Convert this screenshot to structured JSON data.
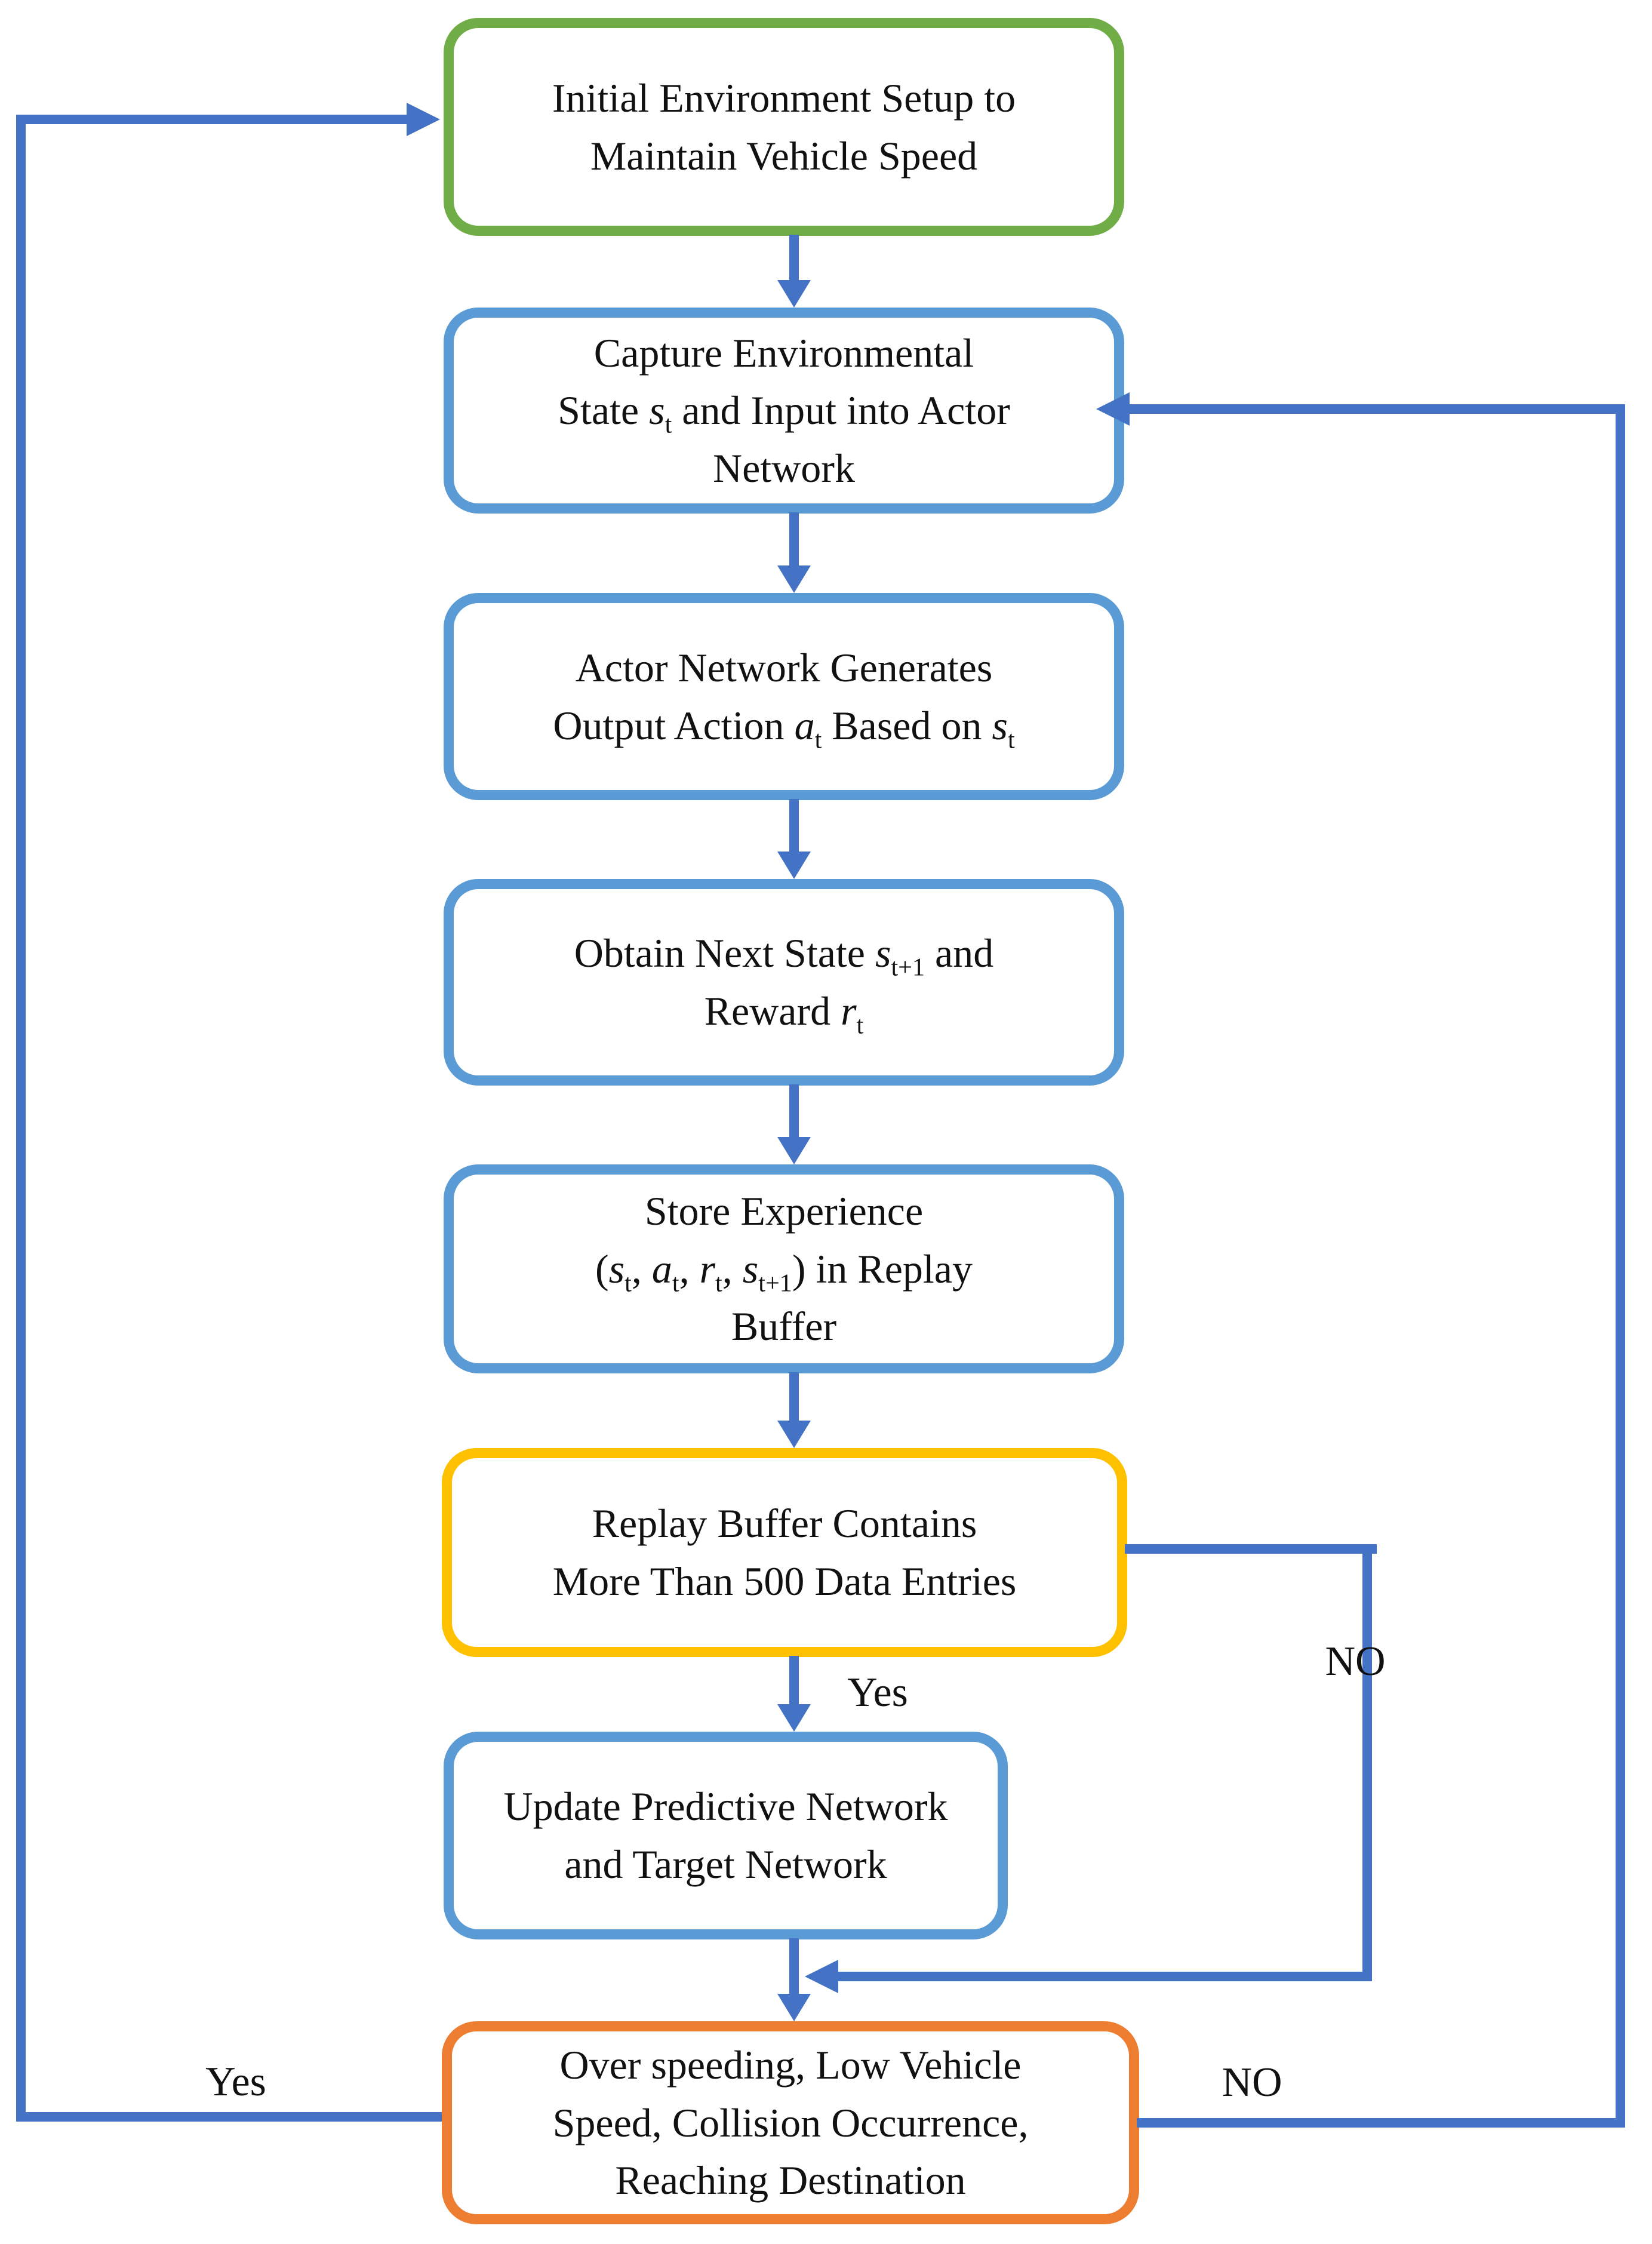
{
  "title": "DRL training loop flowchart",
  "colors": {
    "connector": "#4472C4",
    "node_blue": "#5B9BD5",
    "node_green": "#70AD47",
    "node_yellow": "#FFC000",
    "node_orange": "#ED7D31",
    "text": "#111111",
    "background": "#ffffff"
  },
  "nodes": {
    "setup": {
      "text": "Initial Environment Setup to\nMaintain Vehicle Speed",
      "shape": "rounded-rect",
      "border": "green"
    },
    "capture": {
      "text": "Capture Environmental\nState s_{t} and Input into Actor\nNetwork",
      "shape": "rounded-rect",
      "border": "blue"
    },
    "actor": {
      "text": "Actor Network Generates\nOutput Action a_{t} Based on s_{t}",
      "shape": "rounded-rect",
      "border": "blue"
    },
    "obtain": {
      "text": "Obtain Next State s_{t+1} and\nReward r_{t}",
      "shape": "rounded-rect",
      "border": "blue"
    },
    "store": {
      "text": "Store Experience\n(s_{t}, a_{t}, r_{t}, s_{t+1}) in Replay\nBuffer",
      "shape": "rounded-rect",
      "border": "blue"
    },
    "buffer_check": {
      "text": "Replay Buffer Contains\nMore Than 500 Data Entries",
      "shape": "rounded-rect",
      "border": "yellow"
    },
    "update": {
      "text": "Update Predictive Network\nand Target Network",
      "shape": "rounded-rect",
      "border": "blue"
    },
    "terminal_check": {
      "text": "Over speeding, Low Vehicle\nSpeed, Collision Occurrence,\nReaching Destination",
      "shape": "rounded-rect",
      "border": "orange"
    }
  },
  "edge_labels": {
    "buffer_yes": "Yes",
    "buffer_no": "NO",
    "terminal_no": "NO",
    "terminal_yes": "Yes"
  }
}
